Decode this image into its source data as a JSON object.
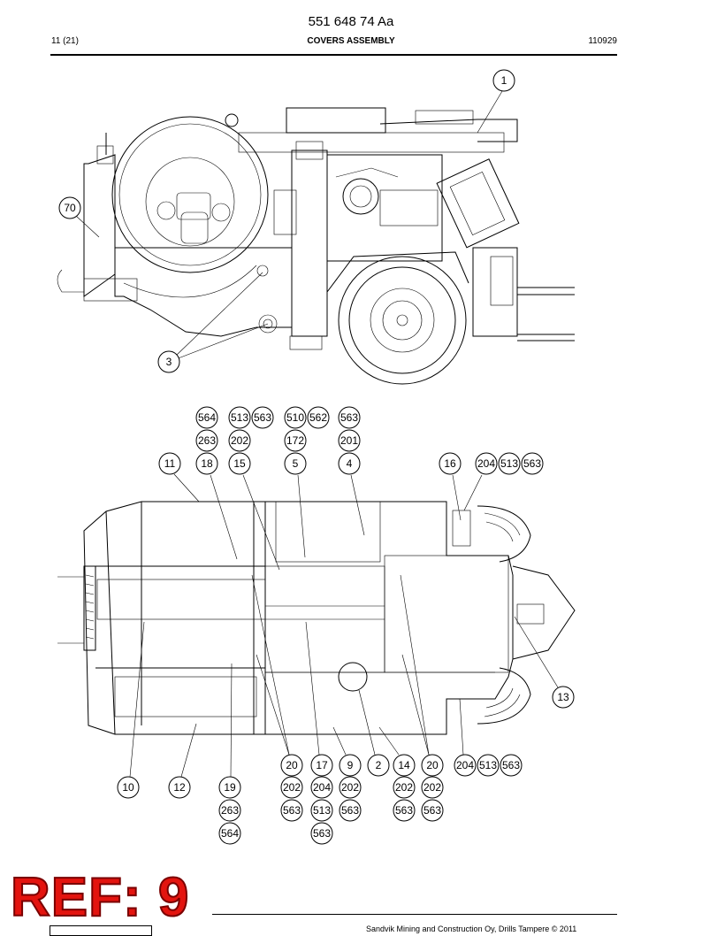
{
  "header": {
    "doc_number": "551 648 74 Aa",
    "page_index": "11 (21)",
    "title": "COVERS ASSEMBLY",
    "date_code": "110929"
  },
  "footer": {
    "copyright": "Sandvik Mining and Construction Oy, Drills Tampere © 2011",
    "ref_stamp": "REF: 9"
  },
  "side_view_callouts": [
    "1",
    "70",
    "3"
  ],
  "top_view_callouts": {
    "upper_stacks": [
      [
        "564",
        "263",
        "18"
      ],
      [
        "513",
        "563",
        "202",
        "15"
      ],
      [
        "510",
        "562",
        "172",
        "5"
      ],
      [
        "563",
        "201",
        "4"
      ]
    ],
    "upper_singles": [
      "11",
      "16",
      "204",
      "513",
      "563"
    ],
    "lower_row": [
      "20",
      "17",
      "9",
      "2",
      "14",
      "20",
      "204",
      "513",
      "563"
    ],
    "left_row": [
      "10",
      "12",
      "19"
    ],
    "sub_rows": [
      [
        "202",
        "204",
        "202",
        "202",
        "202"
      ],
      [
        "263",
        "563",
        "513",
        "563",
        "563",
        "563"
      ],
      [
        "564",
        "563"
      ]
    ],
    "right_single": "13"
  }
}
